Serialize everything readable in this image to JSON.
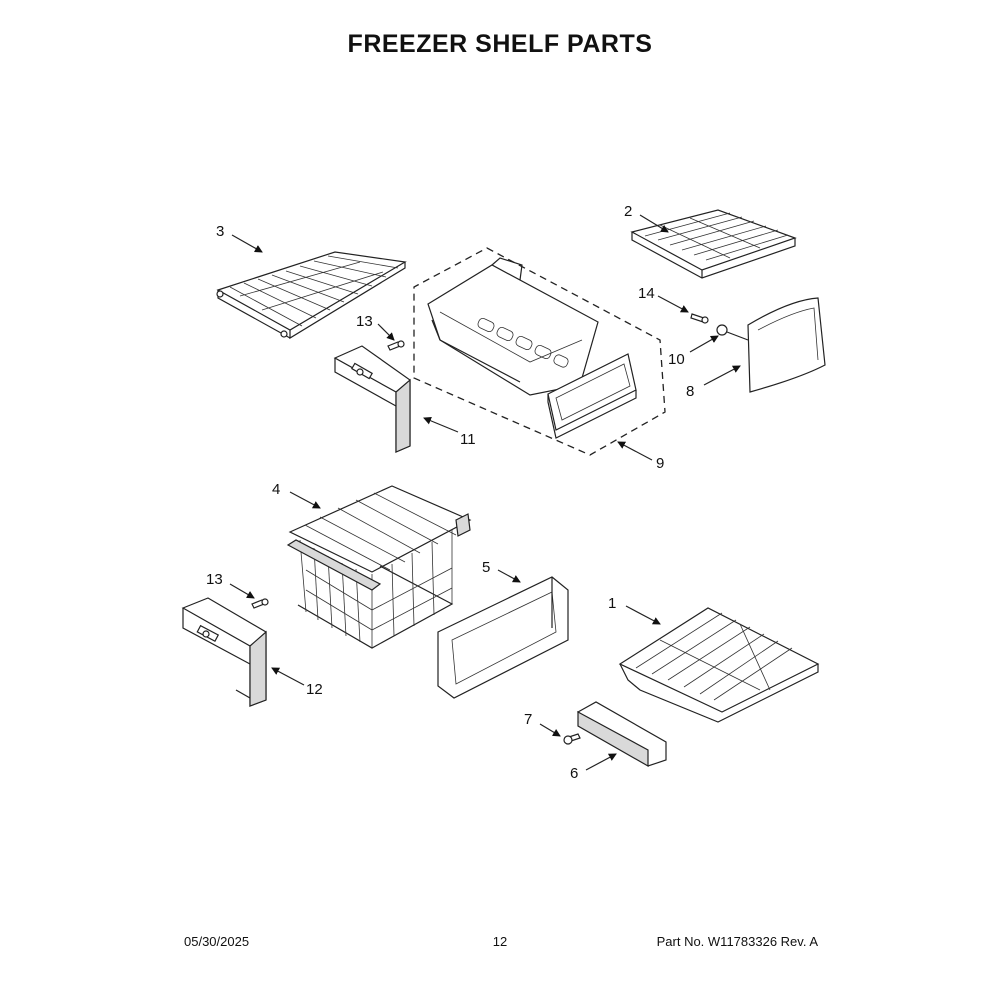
{
  "page": {
    "title": "FREEZER SHELF PARTS",
    "footer": {
      "date": "05/30/2025",
      "page_number": "12",
      "part_number": "Part No.  W11783326  Rev.  A"
    }
  },
  "callouts": {
    "c1": "1",
    "c2": "2",
    "c3": "3",
    "c4": "4",
    "c5": "5",
    "c6": "6",
    "c7": "7",
    "c8": "8",
    "c9": "9",
    "c10": "10",
    "c11": "11",
    "c12": "12",
    "c13a": "13",
    "c13b": "13",
    "c14": "14"
  },
  "colors": {
    "line": "#222222",
    "shade": "#d9d9d9"
  }
}
